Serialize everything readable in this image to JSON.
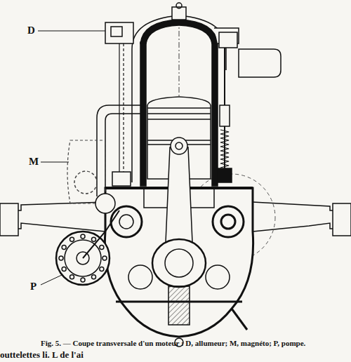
{
  "diagram": {
    "caption": "Fig. 5. — Coupe transversale d'un moteur : D, allumeur; M, magnéto; P, pompe.",
    "labels": [
      "D",
      "M",
      "P",
      "outtelettes li. L de l'ai"
    ]
  }
}
